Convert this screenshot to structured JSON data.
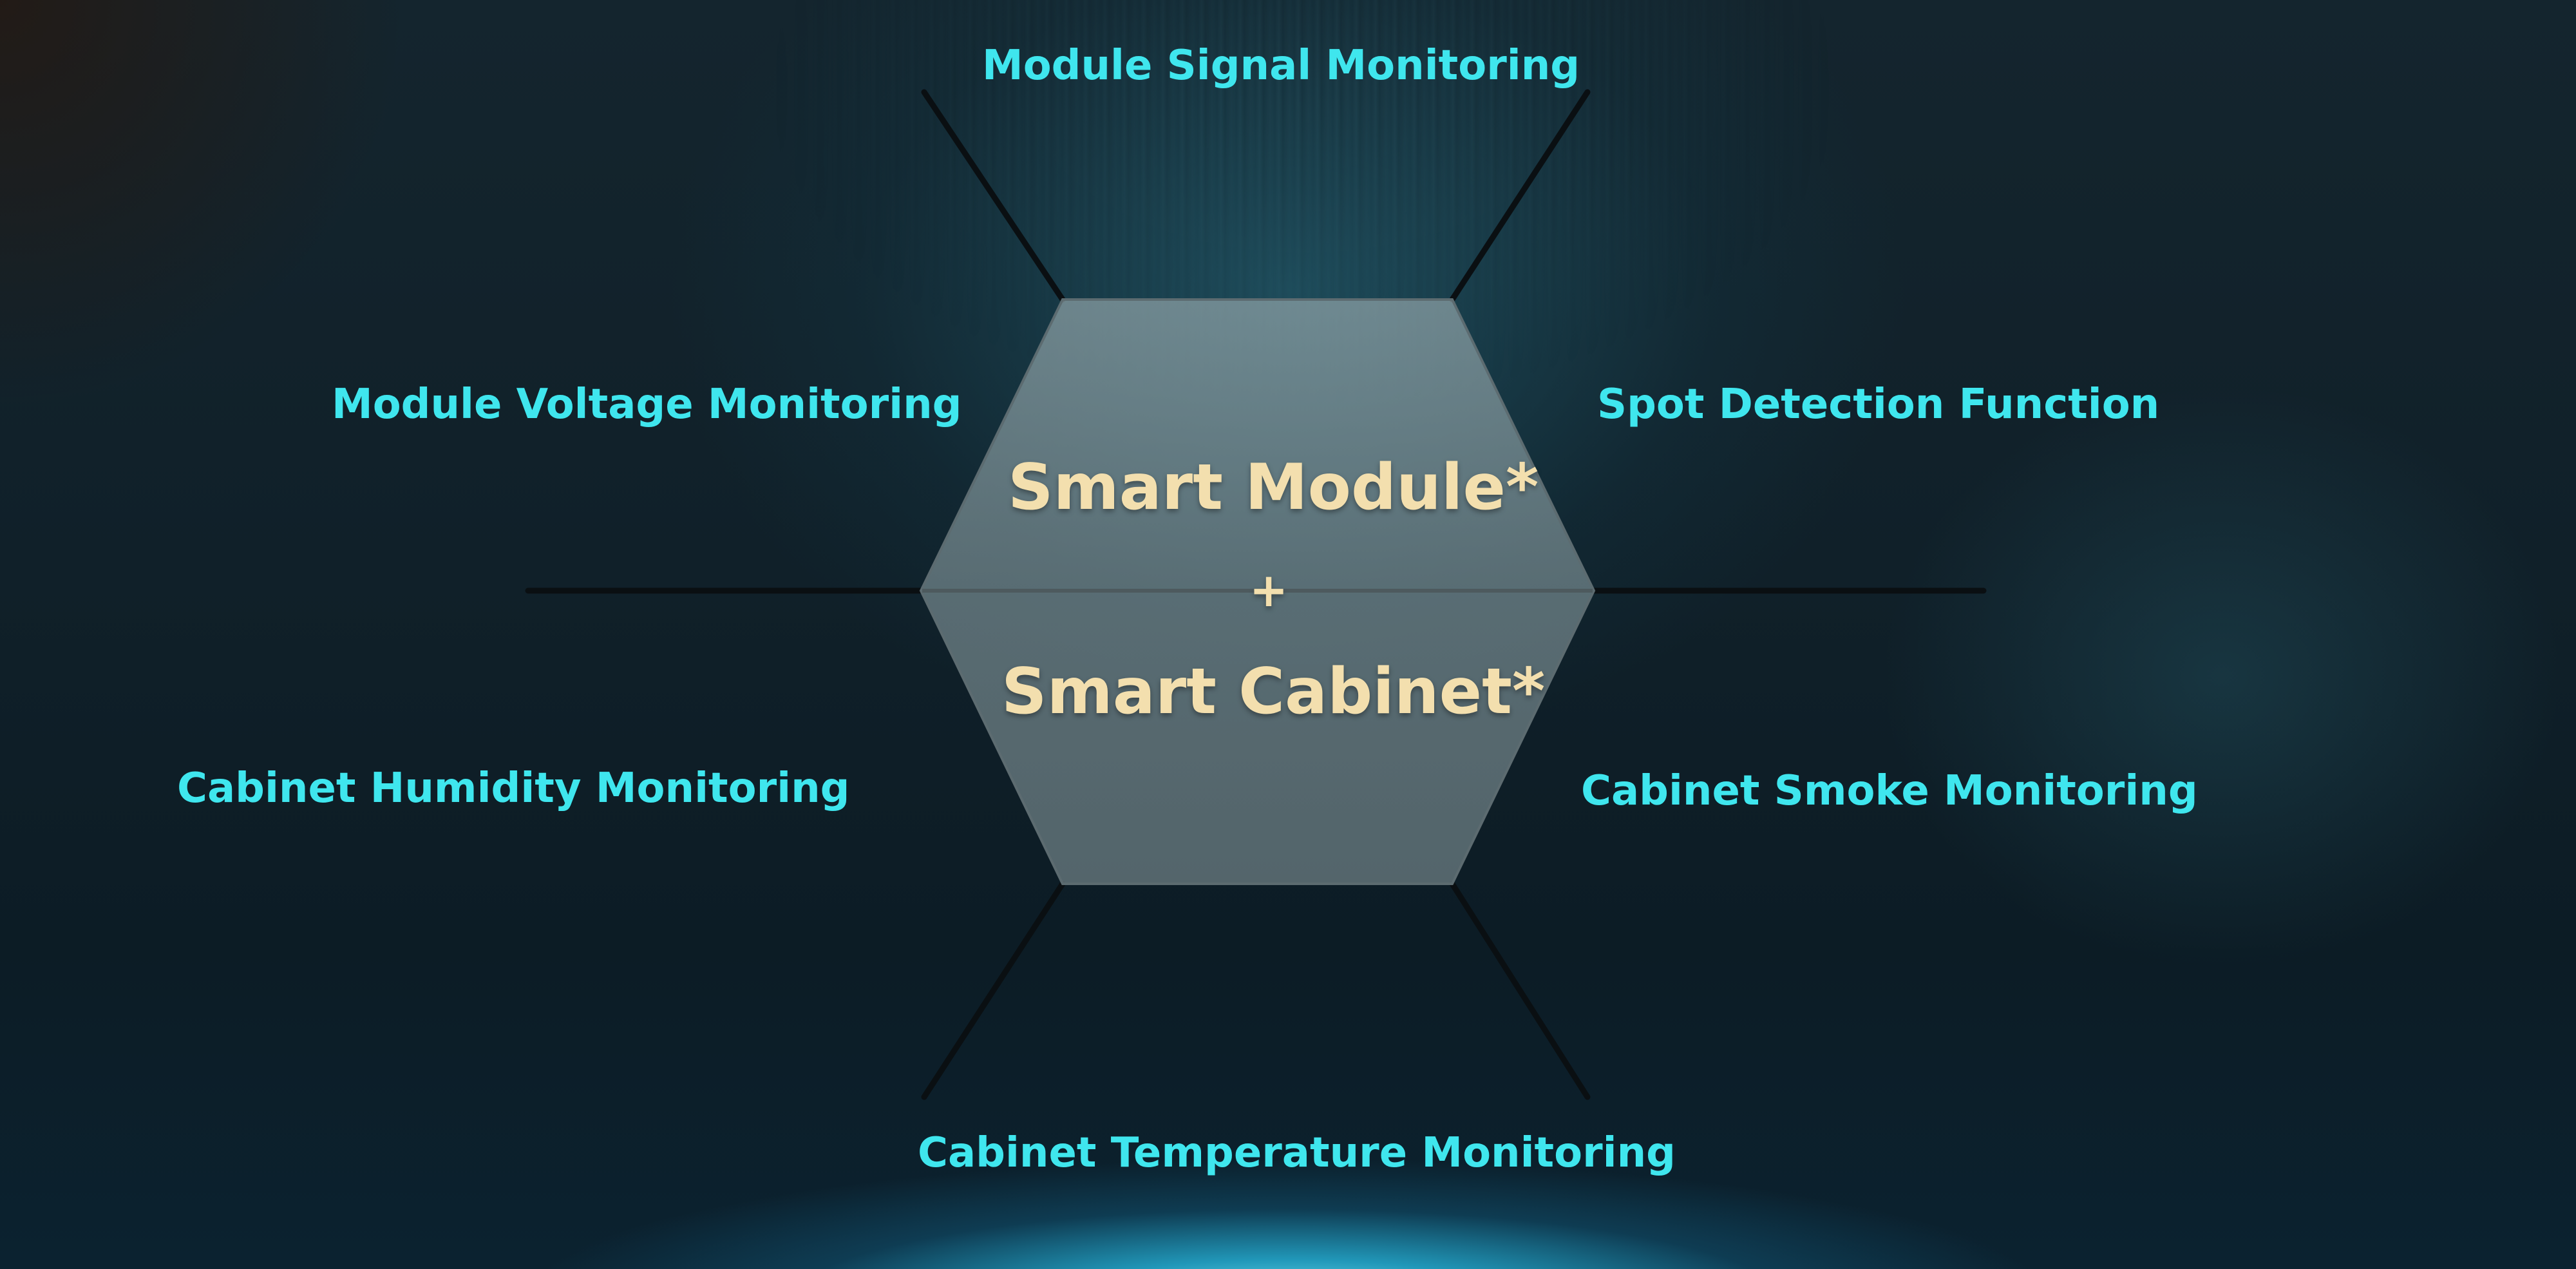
{
  "center": {
    "line1": "Smart Module*",
    "plus": "+",
    "line2": "Smart Cabinet*"
  },
  "labels": {
    "top": "Module Signal Monitoring",
    "upper_left": "Module Voltage Monitoring",
    "upper_right": "Spot Detection Function",
    "lower_left": "Cabinet Humidity Monitoring",
    "lower_right": "Cabinet Smoke Monitoring",
    "bottom": "Cabinet Temperature Monitoring"
  },
  "colors": {
    "label": "#3fe6ee",
    "center_text": "#f3dfae",
    "hexagon_fill": "#7a8d92",
    "connector_line": "#0a0f12"
  }
}
